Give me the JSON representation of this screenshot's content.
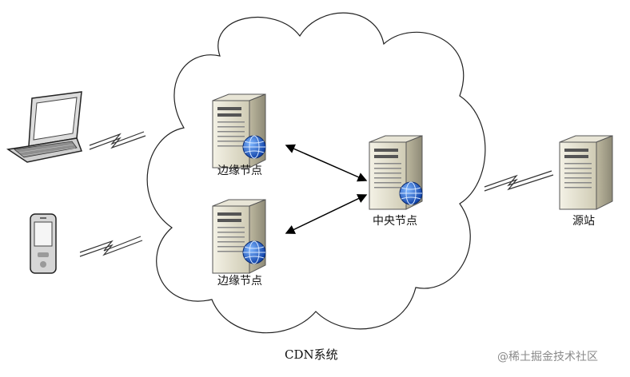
{
  "diagram": {
    "caption": "CDN系统",
    "watermark": "@稀土掘金技术社区",
    "nodes": {
      "edge_top": {
        "label": "边缘节点",
        "icon": "server-globe-icon"
      },
      "edge_bottom": {
        "label": "边缘节点",
        "icon": "server-globe-icon"
      },
      "central": {
        "label": "中央节点",
        "icon": "server-globe-icon"
      },
      "origin": {
        "label": "源站",
        "icon": "server-icon"
      },
      "laptop": {
        "icon": "laptop-icon"
      },
      "phone": {
        "icon": "mobile-phone-icon"
      }
    },
    "links": [
      {
        "from": "laptop",
        "to": "edge_top",
        "style": "wireless"
      },
      {
        "from": "phone",
        "to": "edge_bottom",
        "style": "wireless"
      },
      {
        "from": "edge_top",
        "to": "central",
        "style": "bidirectional-arrow"
      },
      {
        "from": "edge_bottom",
        "to": "central",
        "style": "bidirectional-arrow"
      },
      {
        "from": "central",
        "to": "origin",
        "style": "wireless"
      }
    ]
  }
}
